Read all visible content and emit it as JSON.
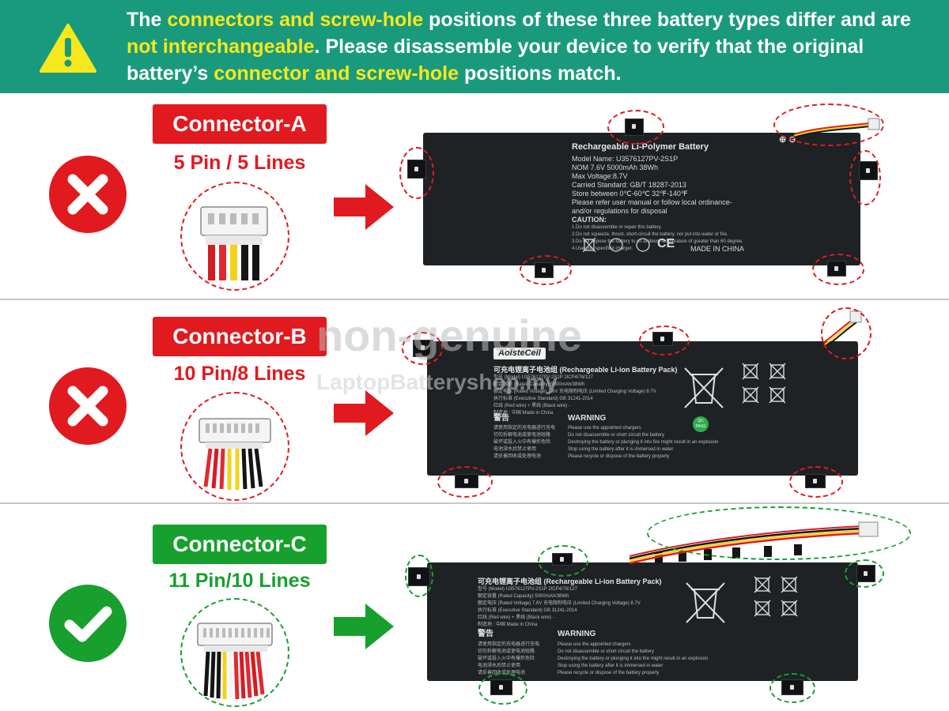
{
  "banner": {
    "t1": "The ",
    "h1": "connectors and screw-hole",
    "t2": " positions of these three battery types differ and are ",
    "h2": "not interchangeable",
    "t3": ". Please disassemble your device to verify that the original battery’s ",
    "h3": "connector and screw-hole",
    "t4": " positions match."
  },
  "connectors": [
    {
      "label": "Connector-A",
      "pins": "5 Pin / 5 Lines",
      "status": "not-compatible",
      "color": "#e01a1f"
    },
    {
      "label": "Connector-B",
      "pins": "10 Pin/8 Lines",
      "status": "not-compatible",
      "color": "#e01a1f"
    },
    {
      "label": "Connector-C",
      "pins": "11 Pin/10 Lines",
      "status": "compatible",
      "color": "#17a02e"
    }
  ],
  "watermark": {
    "line1": "non-genuine",
    "line2": "LaptopBatteryshop.my"
  },
  "battery_a": {
    "title": "Rechargeable Li-Polymer Battery",
    "l1": "Model Name: U3576127PV-2S1P",
    "l2": "NOM  7.6V  5000mAh 38Wh",
    "l3": "Max  Voltage:8.7V",
    "l4": "Carried Standard: GB/T 18287-2013",
    "l5": "Store  between 0℃-60℃ 32℉-140℉",
    "l6": "Please refer user manual or follow local ordinance-",
    "l7": "and/or regulations for disposal",
    "caution": "CAUTION:",
    "c1": "1.Do not disassemble or repair this battery.",
    "c2": "2.Do not squeeze, thrust, short-circuit the battery, nor put into water or fire.",
    "c3": "3.Do not expose the battery to an ambient temperature of greater than 60 degree.",
    "c4": "4.Use only specified charger.",
    "made": "MADE IN CHINA",
    "ce": "CE"
  },
  "battery_b": {
    "brand": "AolsteCell",
    "title": "可充电锂离子电池组 (Rechargeable Li-ion Battery Pack)",
    "l1": "型号 (Model) U3576127PV-2S1P   2ICP4/76/127",
    "l2": "额定容量 (Rated Capacity) 5000mAh/38Wh",
    "l3": "额定电压 (Rated Voltage) 7.6V     充电限制电压 (Limited Charging Voltage) 8.7V",
    "l4": "执行标准 (Executive Standard) GB 31241-2014",
    "l5": "红线 (Red wire) +      黑线 (Black wire) -",
    "l6": "制造地 : 中国    Made in China",
    "warn_cn": "警告",
    "warn_en": "WARNING",
    "badge": "QC PASS"
  },
  "battery_c": {
    "title": "可充电锂离子电池组 (Rechargeable Li-ion Battery Pack)",
    "l1": "型号 (Model) U3576127PV-2S1P   2ICP4/76/127",
    "l2": "额定容量 (Rated Capacity) 5000mAh/38Wh",
    "l3": "额定电压 (Rated Voltage) 7.6V     充电限制电压 (Limited Charging Voltage) 8.7V",
    "l4": "执行标准 (Executive Standard) GB 31241-2014",
    "l5": "红线 (Red wire) +      黑线 (Black wire) -",
    "l6": "制造地 : 中国    Made in China",
    "warn_cn": "警告",
    "warn_en": "WARNING"
  },
  "warnings_en": [
    "Please use the appointed chargers",
    "Do not disassemble or short circuit the battery",
    "Destroying the battery or plunging it into fire might result in an explosion",
    "Stop using the battery after it is immersed in water",
    "Please recycle or dispose of the battery properly"
  ],
  "warnings_cn": [
    "请使用指定的充电器进行充电",
    "切勿拆解电池或使电池短路",
    "破坏或投入火中有爆炸危险",
    "电池浸水后禁止使用",
    "请妥善回收或处理电池"
  ],
  "colors": {
    "banner": "#1a9a7c",
    "highlight": "#f6e81c",
    "red": "#e01a1f",
    "green": "#17a02e",
    "battery": "#1e2224"
  }
}
